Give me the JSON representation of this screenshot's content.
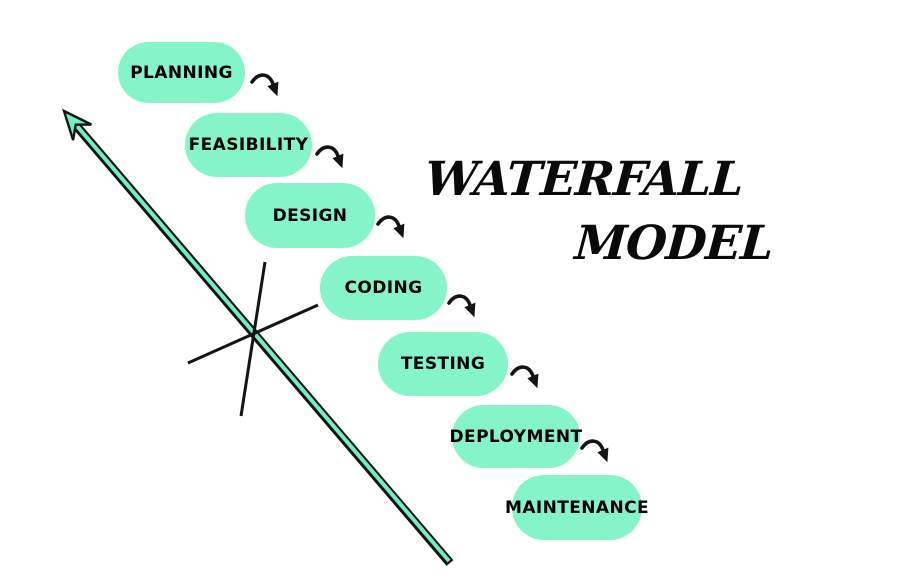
{
  "diagram": {
    "title_line1": "WATERFALL",
    "title_line2": "MODEL",
    "stages": [
      {
        "label": "PLANNING"
      },
      {
        "label": "FEASIBILITY"
      },
      {
        "label": "DESIGN"
      },
      {
        "label": "CODING"
      },
      {
        "label": "TESTING"
      },
      {
        "label": "DEPLOYMENT"
      },
      {
        "label": "MAINTENANCE"
      }
    ],
    "icons": {
      "step_connector": "curved-down-arrow-icon",
      "ascent_arrow": "diagonal-up-left-arrow-icon",
      "crossed_lines": "x-cross-lines"
    },
    "colors": {
      "stage_fill": "#85f5c9",
      "arrow_fill": "#72efbe",
      "stroke": "#141414",
      "text": "#000000",
      "background": "#ffffff"
    }
  }
}
